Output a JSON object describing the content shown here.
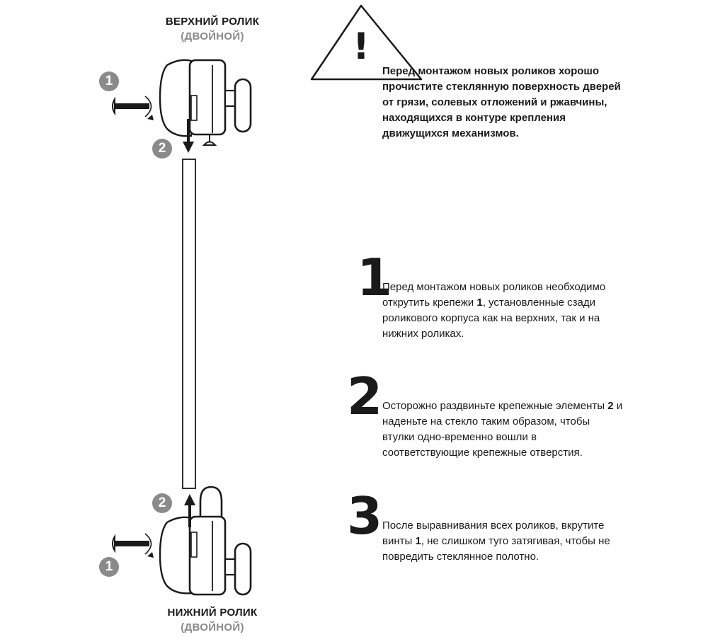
{
  "top_roller": {
    "title": "ВЕРХНИЙ РОЛИК",
    "subtitle": "(ДВОЙНОЙ)"
  },
  "bottom_roller": {
    "title": "НИЖНИЙ РОЛИК",
    "subtitle": "(ДВОЙНОЙ)"
  },
  "badges": {
    "one": "1",
    "two": "2"
  },
  "warning": {
    "mark": "!",
    "text": "Перед монтажом новых роликов хорошо прочистите стеклянную поверхность дверей от грязи, солевых отложений и ржавчины, находящихся в контуре крепления движущихся механизмов."
  },
  "steps": [
    {
      "number": "1",
      "before": "Перед монтажом новых роликов необходимо открутить крепежи ",
      "bold": "1",
      "after": ", установленные сзади роликового корпуса как на верхних, так и на нижних роликах."
    },
    {
      "number": "2",
      "before": "Осторожно раздвиньте крепежные элементы ",
      "bold": "2",
      "after": " и наденьте на стекло таким образом, чтобы втулки одно-временно вошли в соответствующие крепежные отверстия."
    },
    {
      "number": "3",
      "before": "После выравнивания всех роликов, вкрутите винты ",
      "bold": "1",
      "after": ", не слишком туго затягивая, чтобы не повредить стеклянное полотно."
    }
  ],
  "colors": {
    "ink": "#1a1a1a",
    "gray": "#8a8a8a",
    "glass": "#ffffff"
  }
}
